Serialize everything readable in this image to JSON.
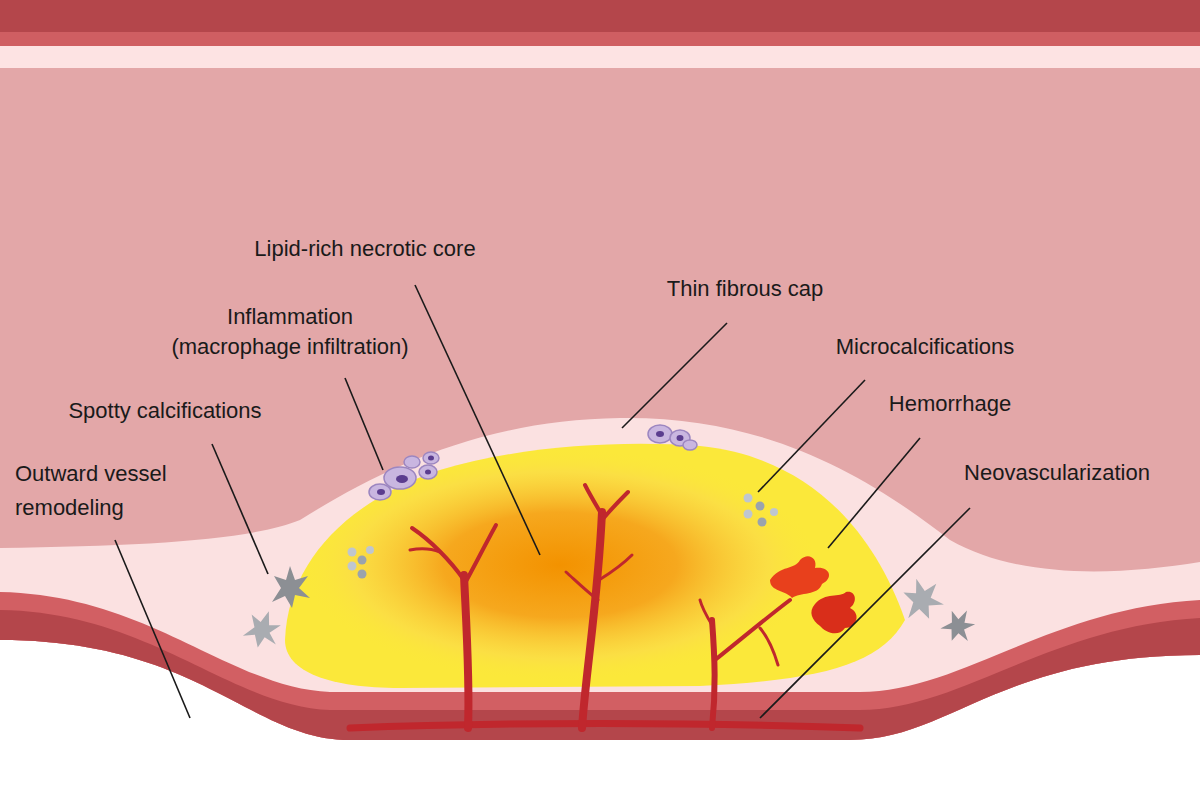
{
  "diagram": {
    "labels": [
      "Lipid-rich necrotic core",
      "Thin fibrous cap",
      "Inflammation (macrophage infiltration)",
      "Microcalcifications",
      "Spotty calcifications",
      "Hemorrhage",
      "Outward vessel remodeling",
      "Neovascularization"
    ]
  }
}
